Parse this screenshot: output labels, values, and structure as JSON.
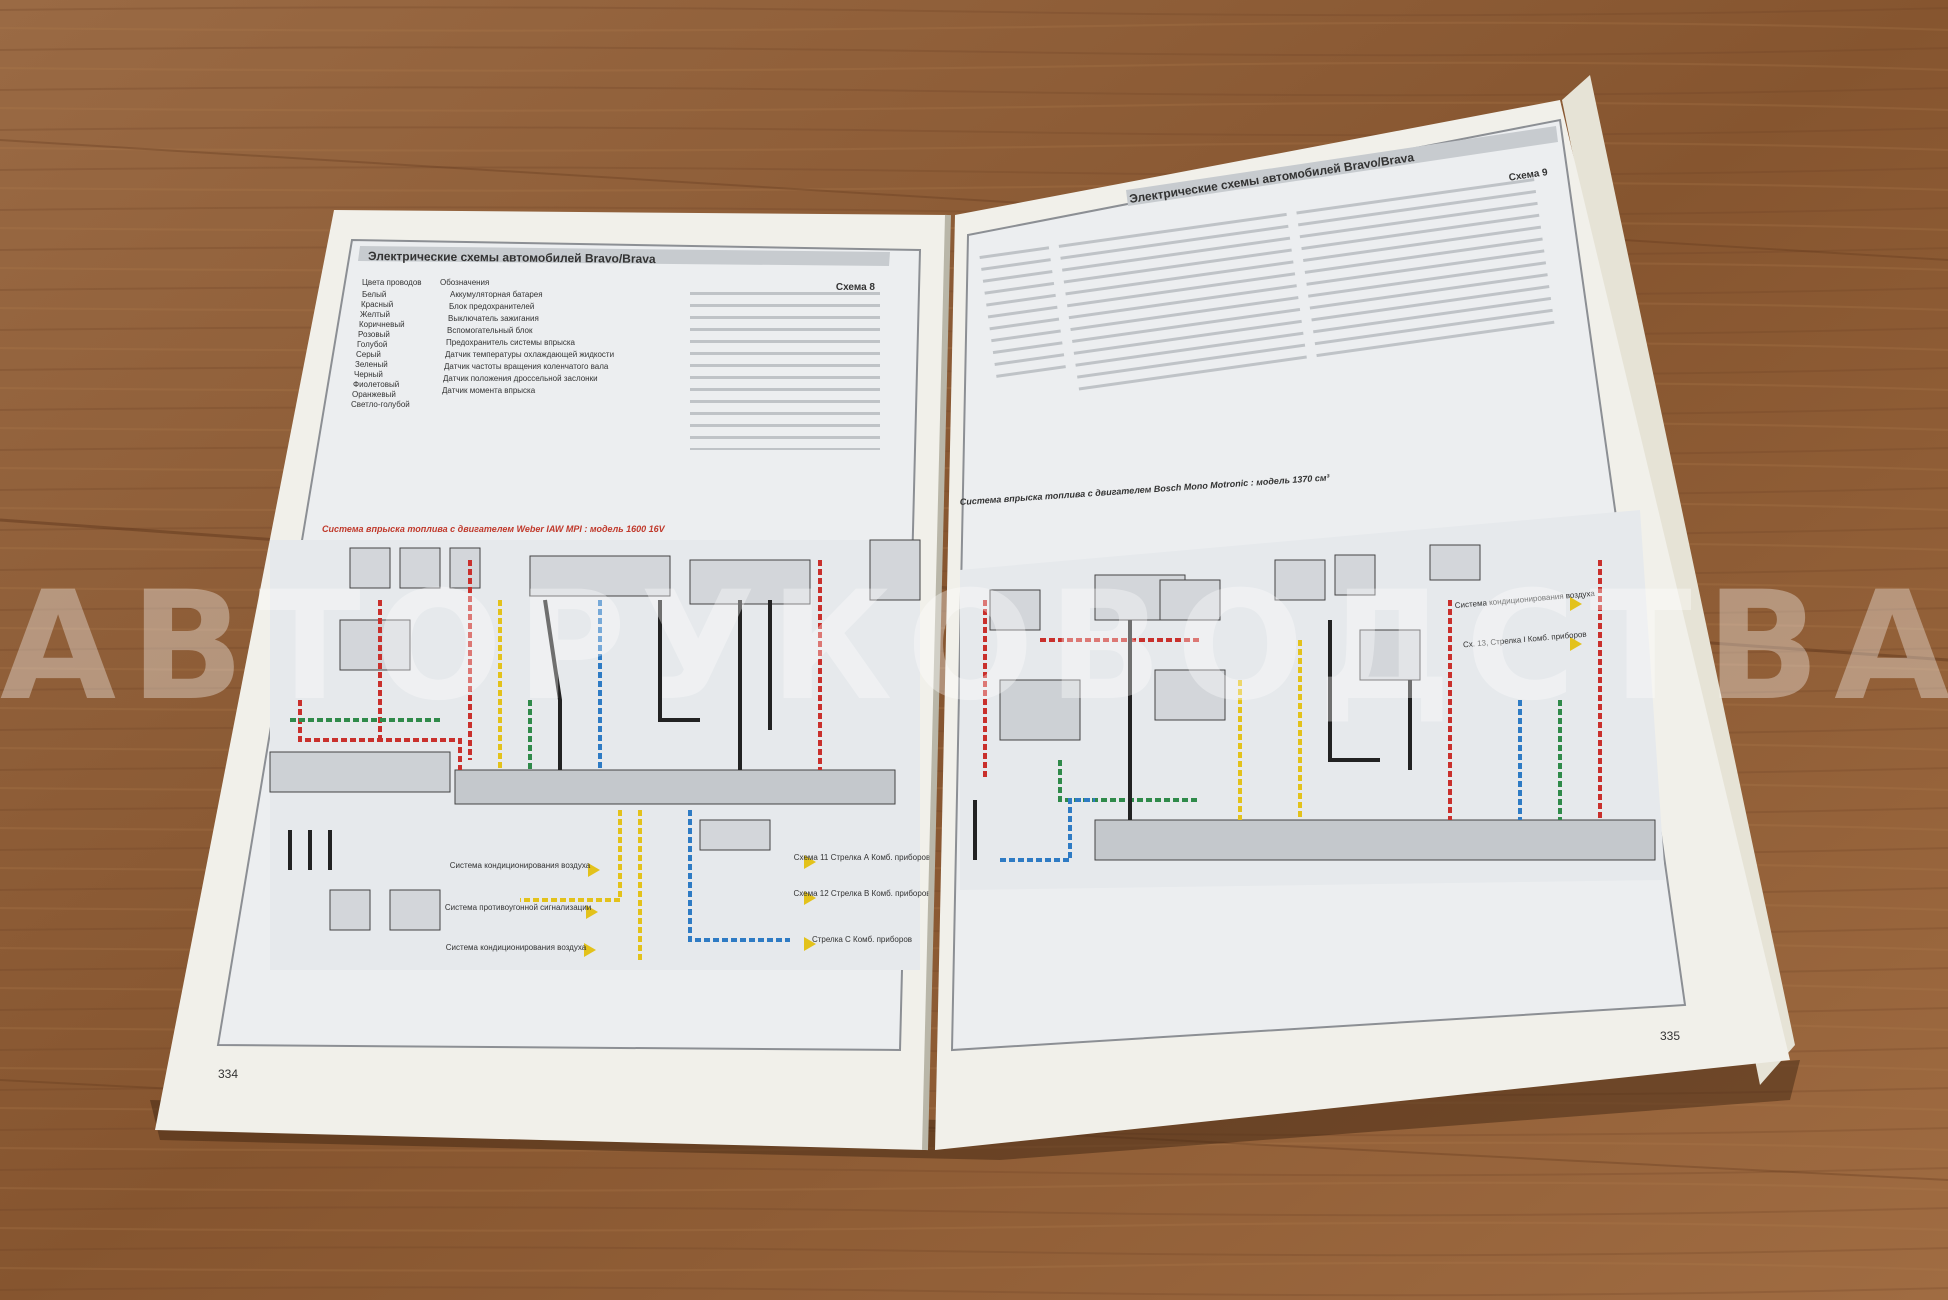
{
  "left_page": {
    "header": "Электрические схемы автомобилей Bravo/Brava",
    "scheme_label": "Схема 8",
    "legend_colors_title": "Цвета проводов",
    "legend_colors": [
      "Белый",
      "Красный",
      "Желтый",
      "Коричневый",
      "Розовый",
      "Голубой",
      "Серый",
      "Зеленый",
      "Черный",
      "Фиолетовый",
      "Оранжевый",
      "Светло-голубой"
    ],
    "legend_items_title": "Обозначения",
    "legend_items": [
      "Аккумуляторная батарея",
      "Блок предохранителей",
      "Выключатель зажигания",
      "Вспомогательный блок",
      "Предохранитель системы впрыска",
      "Датчик температуры охлаждающей жидкости",
      "Датчик частоты вращения коленчатого вала",
      "Датчик положения дроссельной заслонки",
      "Датчик момента впрыска"
    ],
    "section_title": "Система впрыска топлива с двигателем Weber IAW MPI : модель 1600 16V",
    "right_labels": [
      "Система кондиционирования воздуха",
      "Система противоугонной сигнализации",
      "Система кондиционирования воздуха",
      "Схема 11 Стрелка А Комб. приборов",
      "Схема 12 Стрелка В Комб. приборов",
      "Стрелка С Комб. приборов"
    ],
    "page_number": "334"
  },
  "right_page": {
    "header": "Электрические схемы автомобилей Bravo/Brava",
    "scheme_label": "Схема 9",
    "section_title": "Система впрыска топлива с двигателем Bosch Mono Motronic : модель 1370 см³",
    "right_labels": [
      "Система кондиционирования воздуха",
      "Сх. 13, Стрелка I Комб. приборов"
    ],
    "page_number": "335"
  },
  "watermark": "АВТОРУКОВОДСТВА.RU",
  "colors": {
    "table_wood": "#8a5a36",
    "paper": "#f1f0ea",
    "diagram_bg": "#e9ecef",
    "wire_red": "#c9302c",
    "wire_blue": "#2e7bc4",
    "wire_green": "#2f8a4a",
    "wire_yellow": "#e3c21b",
    "wire_black": "#222222"
  }
}
